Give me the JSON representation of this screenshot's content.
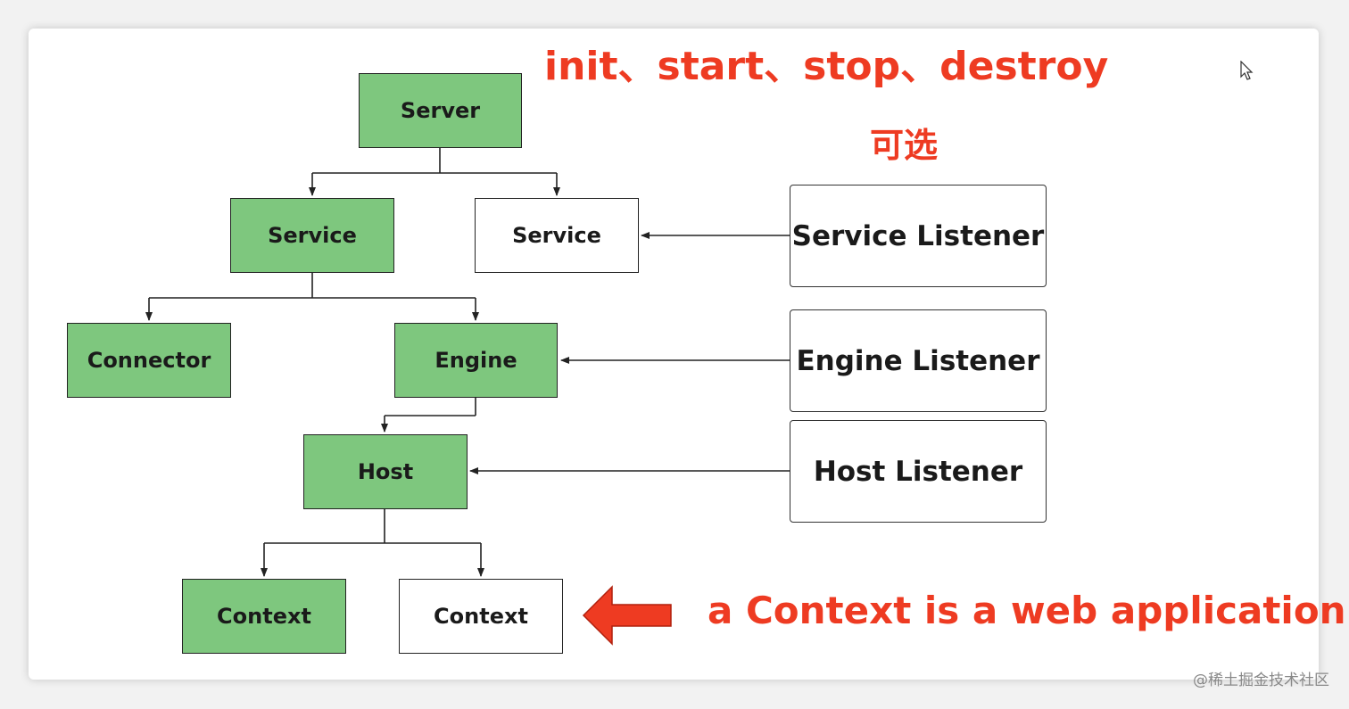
{
  "lifecycle_text": "init、start、stop、destroy",
  "optional_text": "可选",
  "nodes": {
    "server": "Server",
    "service_main": "Service",
    "service_optional": "Service",
    "connector": "Connector",
    "engine": "Engine",
    "host": "Host",
    "context_main": "Context",
    "context_optional": "Context"
  },
  "listeners": {
    "service": "Service Listener",
    "engine": "Engine Listener",
    "host": "Host Listener"
  },
  "annotation": "a Context is a web application",
  "watermark": "@稀土掘金技术社区",
  "colors": {
    "component_green": "#7ec77e",
    "annotation_red": "#ee3b22"
  }
}
